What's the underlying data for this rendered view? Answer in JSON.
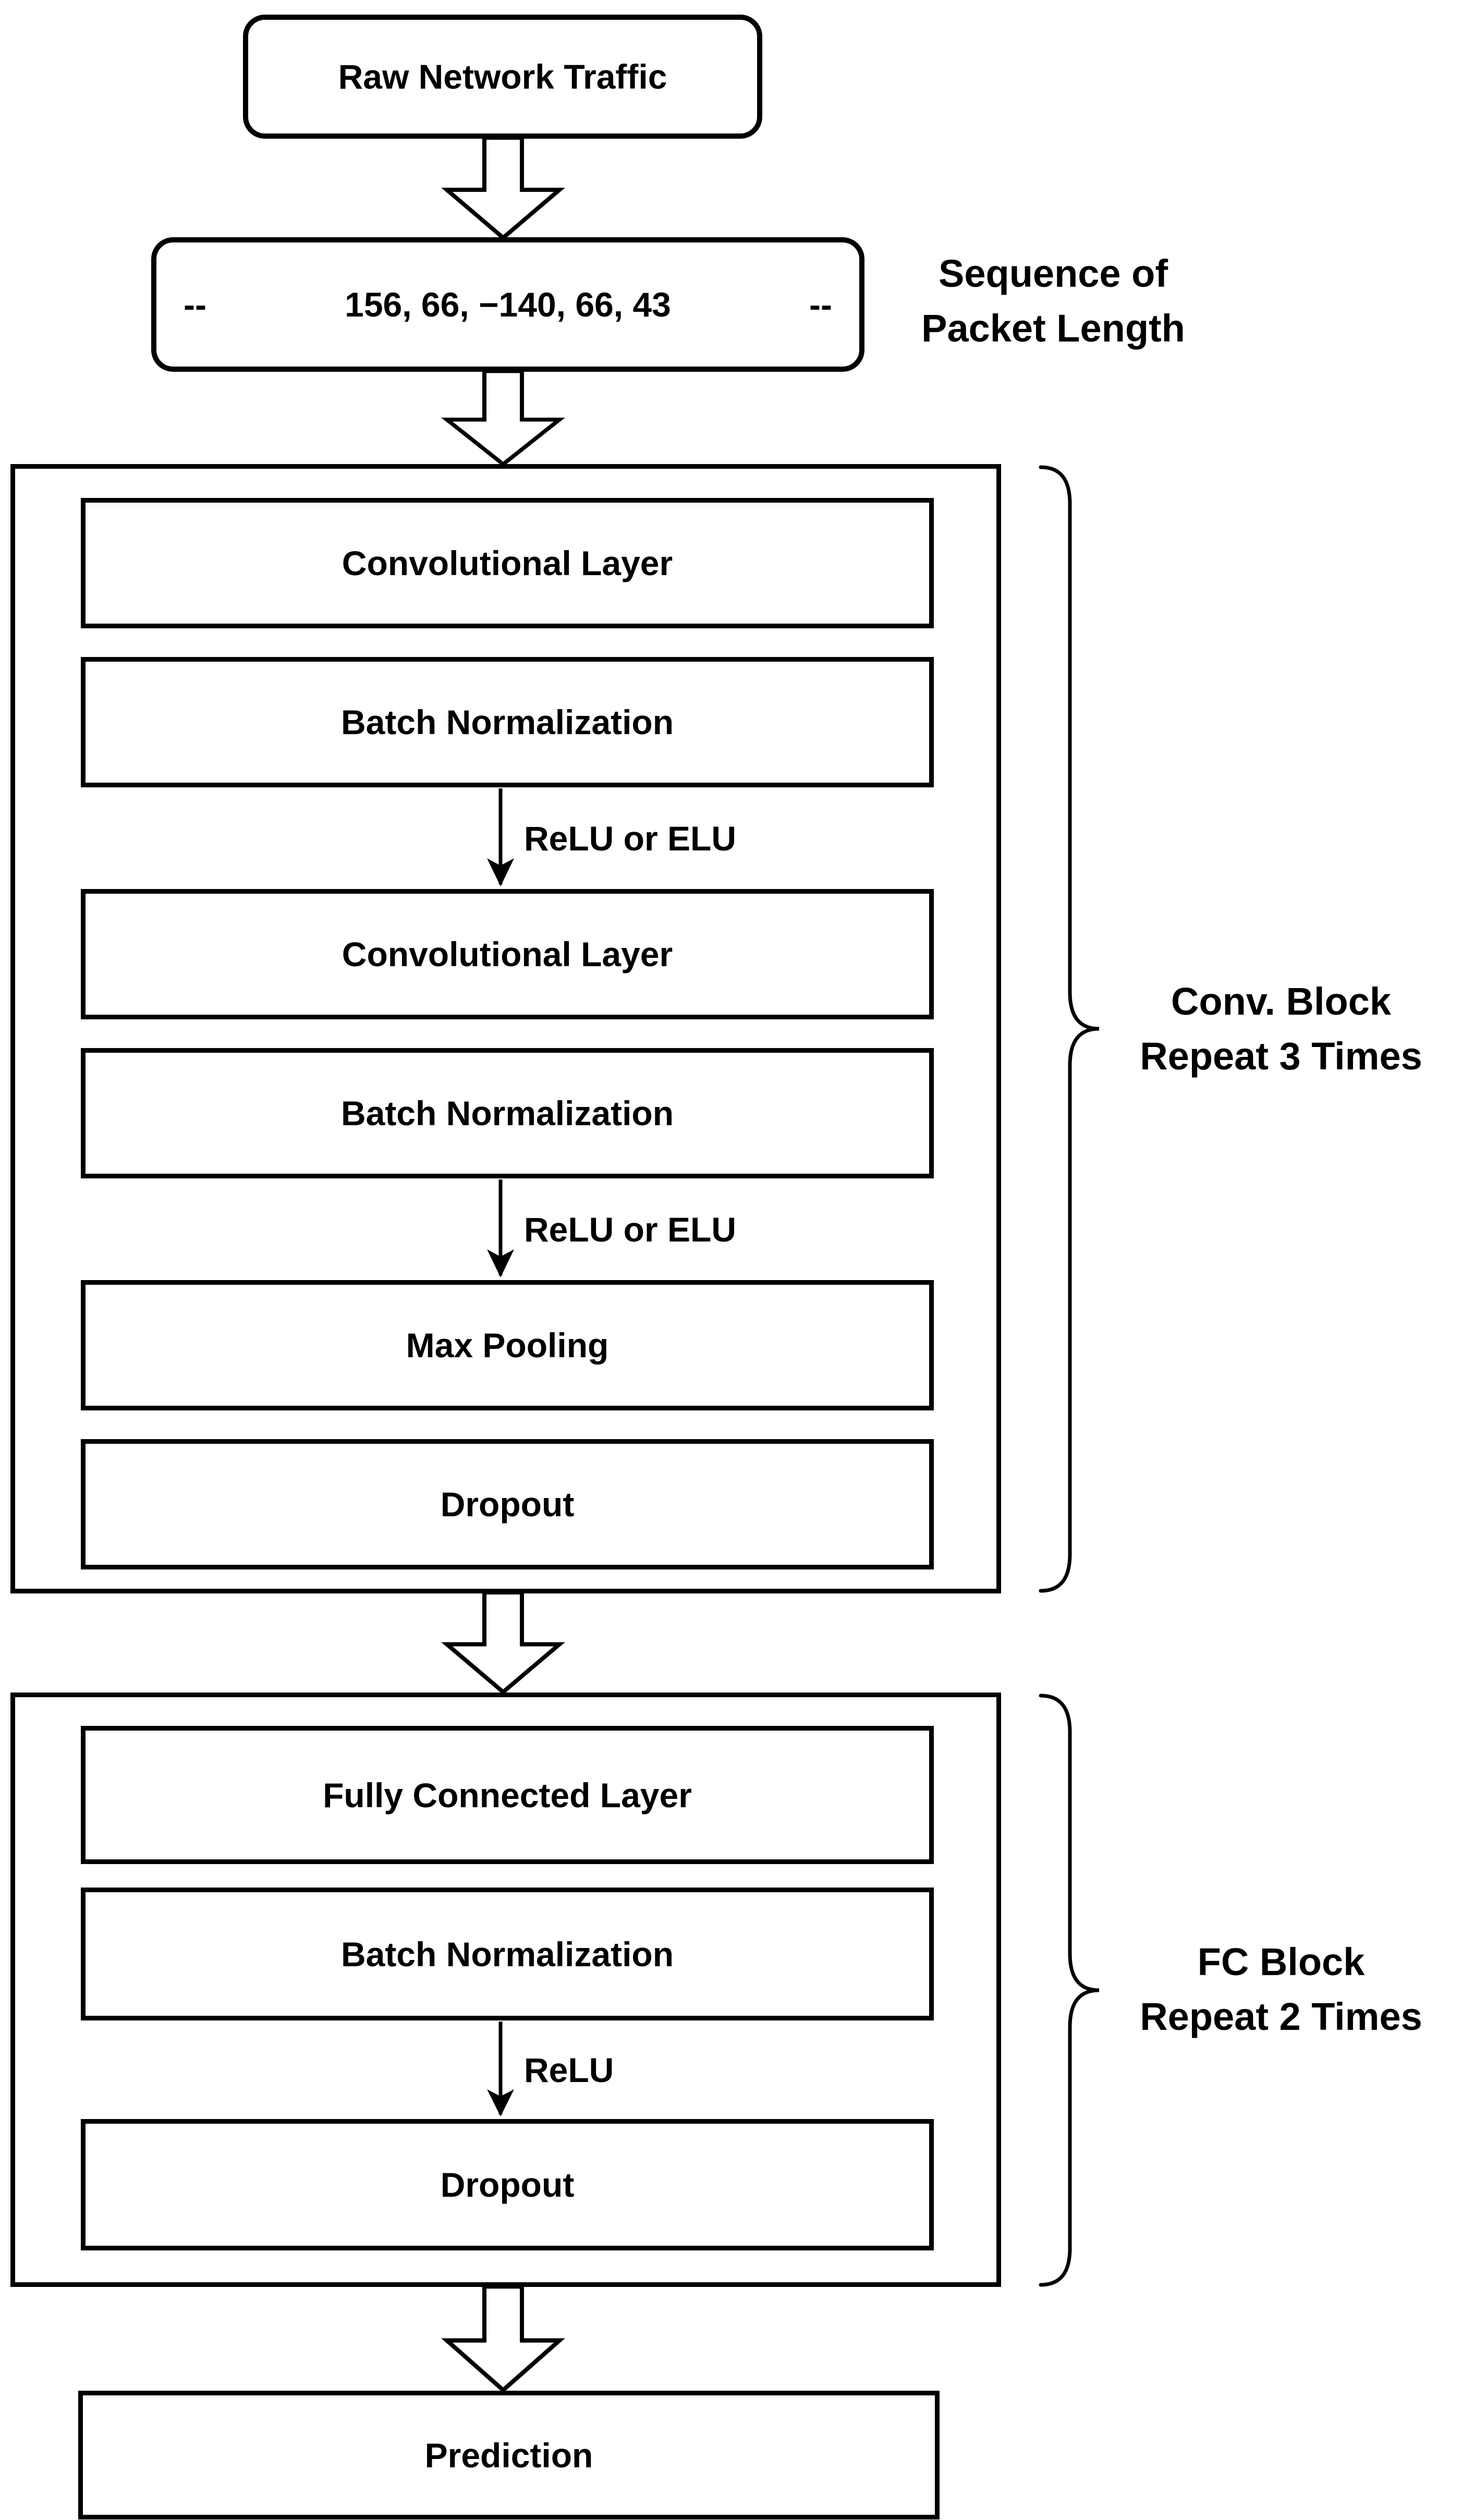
{
  "diagram": {
    "colors": {
      "stroke": "#000000",
      "background": "#ffffff"
    },
    "raw_traffic": "Raw Network Traffic",
    "sequence": {
      "left_dashes": "--",
      "values": "156, 66, −140, 66, 43",
      "right_dashes": "--",
      "caption_line1": "Sequence of",
      "caption_line2": "Packet Length"
    },
    "conv_block": {
      "layers": [
        "Convolutional Layer",
        "Batch Normalization",
        "Convolutional Layer",
        "Batch Normalization",
        "Max Pooling",
        "Dropout"
      ],
      "activations": [
        "ReLU or ELU",
        "ReLU or ELU"
      ],
      "caption_line1": "Conv. Block",
      "caption_line2": "Repeat 3 Times"
    },
    "fc_block": {
      "layers": [
        "Fully Connected Layer",
        "Batch Normalization",
        "Dropout"
      ],
      "activation": "ReLU",
      "caption_line1": "FC Block",
      "caption_line2": "Repeat 2 Times"
    },
    "prediction": "Prediction"
  }
}
